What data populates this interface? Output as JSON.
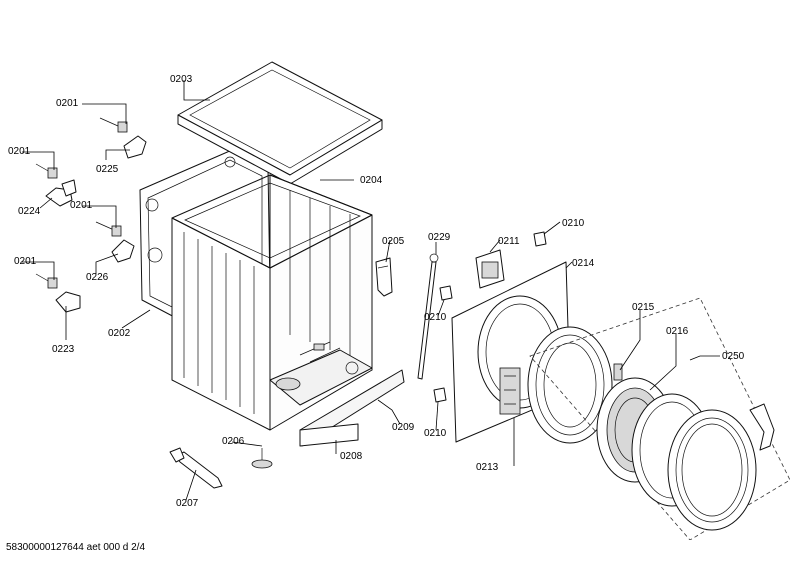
{
  "labels": {
    "p0201a": "0201",
    "p0201b": "0201",
    "p0201c": "0201",
    "p0201d": "0201",
    "p0202": "0202",
    "p0203": "0203",
    "p0204": "0204",
    "p0205": "0205",
    "p0206": "0206",
    "p0207": "0207",
    "p0208": "0208",
    "p0209": "0209",
    "p0210a": "0210",
    "p0210b": "0210",
    "p0210c": "0210",
    "p0211": "0211",
    "p0213": "0213",
    "p0214": "0214",
    "p0215": "0215",
    "p0216": "0216",
    "p0223": "0223",
    "p0224": "0224",
    "p0225": "0225",
    "p0226": "0226",
    "p0229": "0229",
    "p0250": "0250"
  },
  "footer": "58300000127644 aet 000 d 2/4"
}
